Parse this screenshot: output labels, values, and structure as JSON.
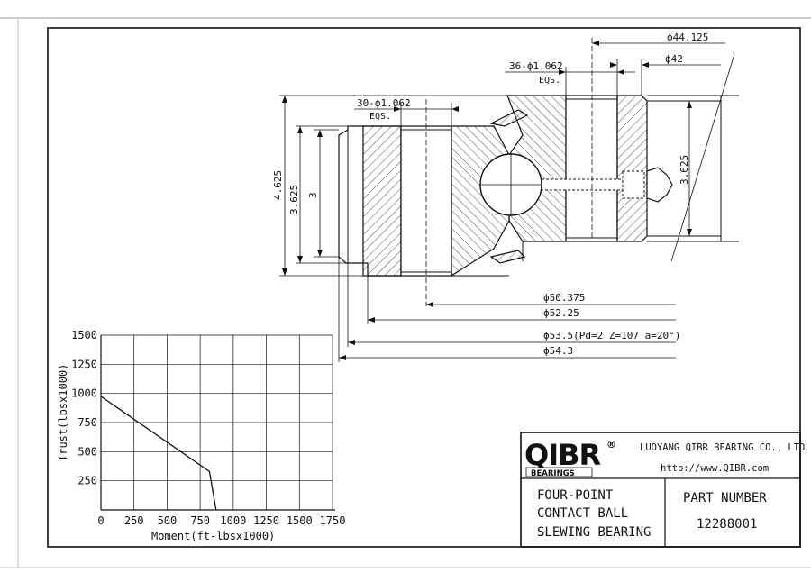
{
  "drawing": {
    "dims": {
      "d_44125": "ϕ44.125",
      "d_42": "ϕ42",
      "holes_outer": "36-ϕ1.062",
      "holes_outer_eqs": "EQS.",
      "holes_inner": "30-ϕ1.062",
      "holes_inner_eqs": "EQS.",
      "h_4625": "4.625",
      "h_3625_left": "3.625",
      "h_3": "3",
      "h_3625_right": "3.625",
      "d_50375": "ϕ50.375",
      "d_5225": "ϕ52.25",
      "d_535": "ϕ53.5(Pd=2 Z=107 a=20°)",
      "d_543": "ϕ54.3"
    }
  },
  "chart_data": {
    "type": "line",
    "xlabel": "Moment(ft-lbsx1000)",
    "ylabel": "Trust(lbsx1000)",
    "xlim": [
      0,
      1750
    ],
    "ylim": [
      0,
      1500
    ],
    "x_ticks": [
      "0",
      "250",
      "500",
      "750",
      "1000",
      "1250",
      "1500",
      "1750"
    ],
    "y_ticks": [
      "250",
      "500",
      "750",
      "1000",
      "1250",
      "1500"
    ],
    "grid": true,
    "series": [
      {
        "values": [
          [
            0,
            975
          ],
          [
            820,
            330
          ],
          [
            870,
            0
          ]
        ]
      }
    ]
  },
  "title_block": {
    "logo_text": "QIBR",
    "logo_mark": "®",
    "logo_sub": "BEARINGS",
    "company": "LUOYANG QIBR BEARING CO., LTD",
    "website": "http://www.QIBR.com",
    "desc_line1": "FOUR-POINT",
    "desc_line2": "CONTACT BALL",
    "desc_line3": "SLEWING BEARING",
    "part_label": "PART  NUMBER",
    "part_number": "12288001"
  }
}
